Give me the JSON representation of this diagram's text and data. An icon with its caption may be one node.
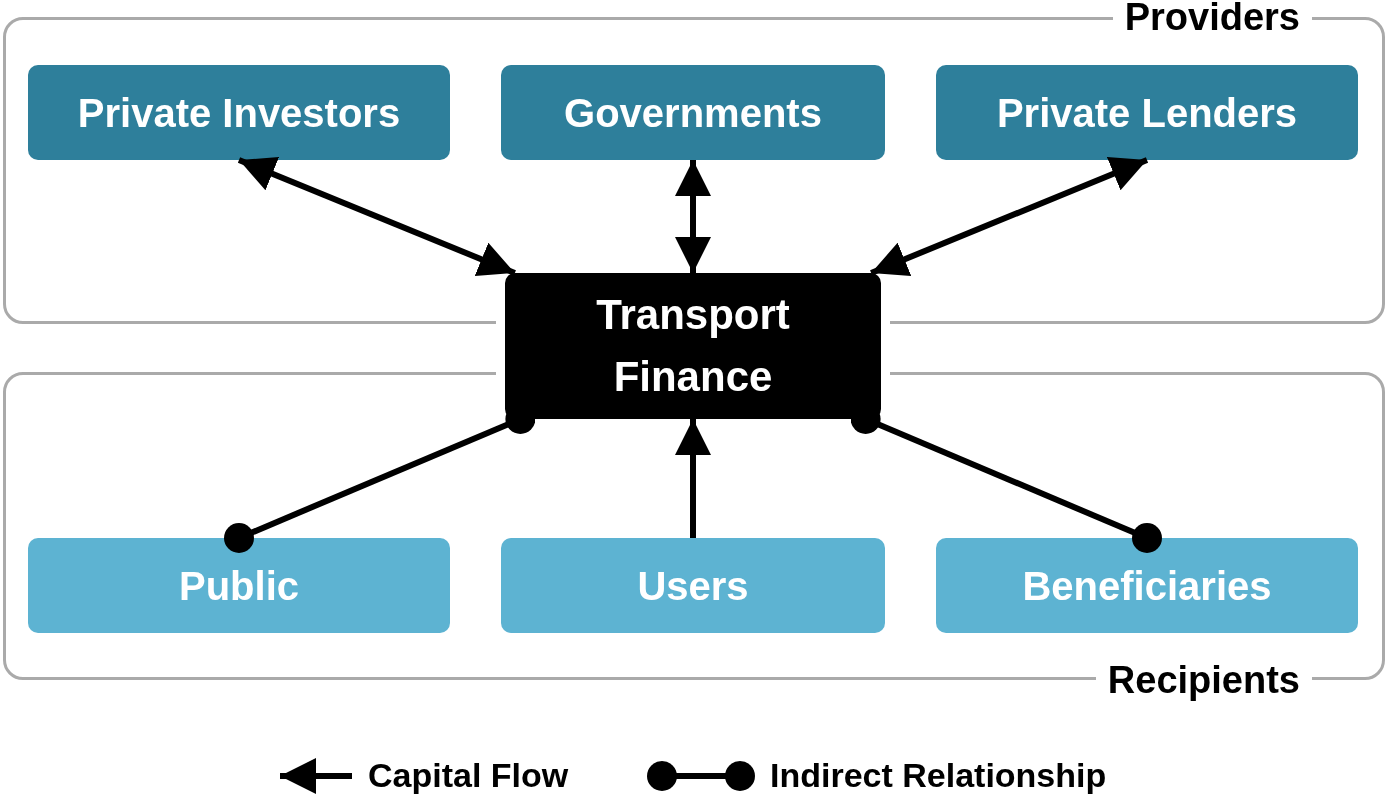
{
  "diagram": {
    "nodes": [
      {
        "text": [
          "Providers"
        ]
      },
      {
        "text": [
          "Private Investors"
        ],
        "in": 0
      },
      {
        "text": [
          "Governments"
        ],
        "in": 0
      },
      {
        "text": [
          "Private Lenders"
        ],
        "in": 0
      },
      {
        "text": [
          "Transport Finance"
        ]
      },
      {
        "text": [
          "Recipients"
        ]
      },
      {
        "text": [
          "Public"
        ],
        "in": 5
      },
      {
        "text": [
          "Users"
        ],
        "in": 5
      },
      {
        "text": [
          "Beneficiaries"
        ],
        "in": 5
      }
    ],
    "edges": [
      {
        "from": 1,
        "to": 4,
        "arrow": "both"
      },
      {
        "from": 2,
        "to": 4,
        "arrow": "both"
      },
      {
        "from": 3,
        "to": 4,
        "arrow": "both"
      },
      {
        "from": 6,
        "to": 4,
        "arrow": "other"
      },
      {
        "from": 7,
        "to": 4,
        "arrow": "to"
      },
      {
        "from": 8,
        "to": 4,
        "arrow": "other"
      }
    ],
    "legend": [
      {
        "text": "Capital Flow"
      },
      {
        "text": "Indirect Relationship"
      }
    ]
  }
}
